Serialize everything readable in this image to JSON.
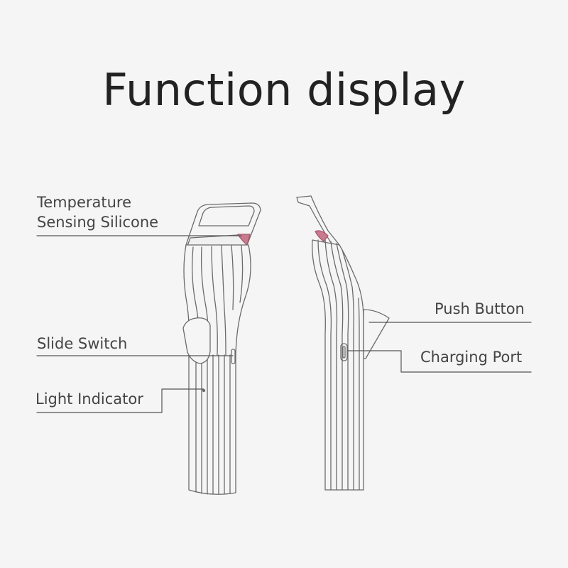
{
  "title": "Function display",
  "labels": {
    "temperature_sensing_silicone": [
      "Temperature",
      "Sensing Silicone"
    ],
    "slide_switch": "Slide Switch",
    "light_indicator": "Light Indicator",
    "push_button": "Push Button",
    "charging_port": "Charging Port"
  },
  "colors": {
    "background": "#f5f5f5",
    "outline": "#6b6b6b",
    "silicone_pad": "#c97a8e",
    "text": "#444444"
  }
}
